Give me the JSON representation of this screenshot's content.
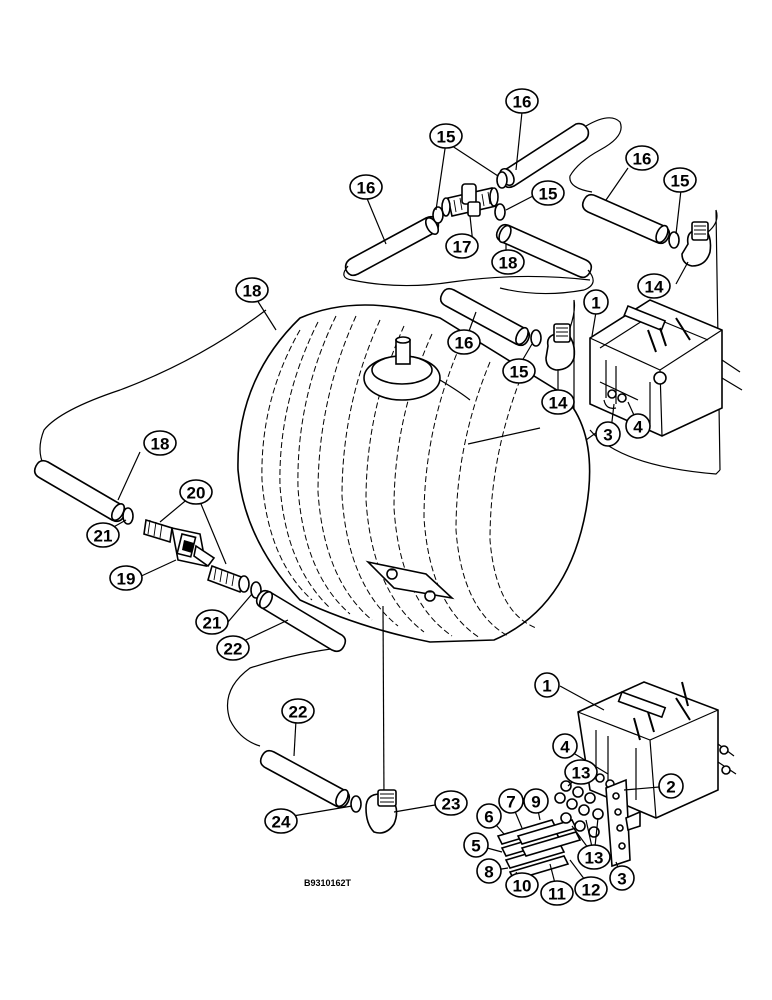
{
  "figure_id": "B9310162T",
  "callouts": [
    {
      "id": "c16a",
      "label": "16"
    },
    {
      "id": "c15a",
      "label": "15"
    },
    {
      "id": "c16b",
      "label": "16"
    },
    {
      "id": "c16c",
      "label": "16"
    },
    {
      "id": "c15b",
      "label": "15"
    },
    {
      "id": "c15c",
      "label": "15"
    },
    {
      "id": "c17",
      "label": "17"
    },
    {
      "id": "c18a",
      "label": "18"
    },
    {
      "id": "c14a",
      "label": "14"
    },
    {
      "id": "c18b",
      "label": "18"
    },
    {
      "id": "c1a",
      "label": "1"
    },
    {
      "id": "c16d",
      "label": "16"
    },
    {
      "id": "c15d",
      "label": "15"
    },
    {
      "id": "c14b",
      "label": "14"
    },
    {
      "id": "c3a",
      "label": "3"
    },
    {
      "id": "c4a",
      "label": "4"
    },
    {
      "id": "c18c",
      "label": "18"
    },
    {
      "id": "c20",
      "label": "20"
    },
    {
      "id": "c21a",
      "label": "21"
    },
    {
      "id": "c19",
      "label": "19"
    },
    {
      "id": "c21b",
      "label": "21"
    },
    {
      "id": "c22a",
      "label": "22"
    },
    {
      "id": "c1b",
      "label": "1"
    },
    {
      "id": "c22b",
      "label": "22"
    },
    {
      "id": "c4b",
      "label": "4"
    },
    {
      "id": "c13a",
      "label": "13"
    },
    {
      "id": "c2",
      "label": "2"
    },
    {
      "id": "c7",
      "label": "7"
    },
    {
      "id": "c9",
      "label": "9"
    },
    {
      "id": "c6",
      "label": "6"
    },
    {
      "id": "c24",
      "label": "24"
    },
    {
      "id": "c23",
      "label": "23"
    },
    {
      "id": "c5",
      "label": "5"
    },
    {
      "id": "c13b",
      "label": "13"
    },
    {
      "id": "c8",
      "label": "8"
    },
    {
      "id": "c10",
      "label": "10"
    },
    {
      "id": "c11",
      "label": "11"
    },
    {
      "id": "c12",
      "label": "12"
    },
    {
      "id": "c3b",
      "label": "3"
    }
  ]
}
